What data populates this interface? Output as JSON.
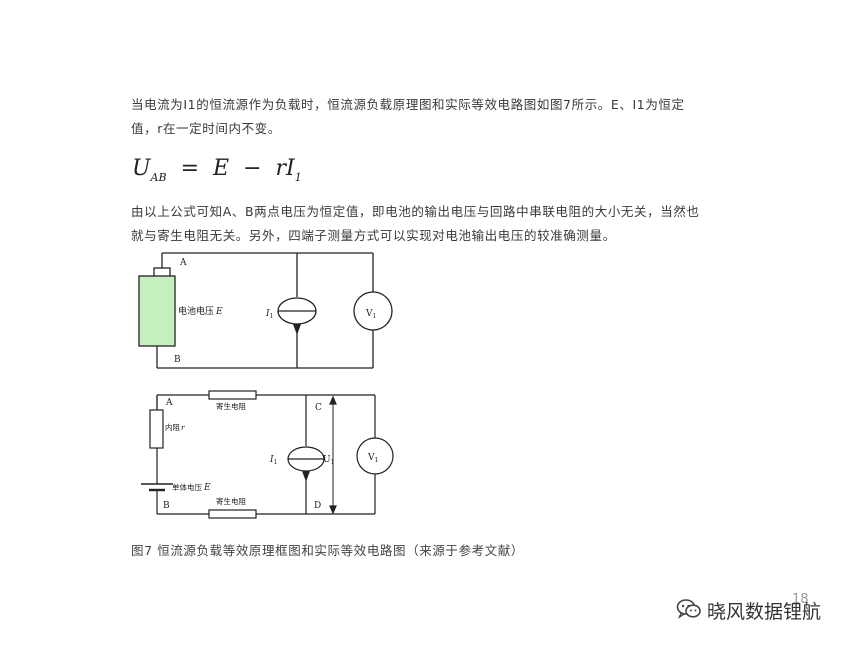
{
  "paragraphs": {
    "p1_line1": "当电流为I1的恒流源作为负载时，恒流源负载原理图和实际等效电路图如图7所示。E、I1为恒定",
    "p1_line2": "值，r在一定时间内不变。",
    "p2_line1": "由以上公式可知A、B两点电压为恒定值，即电池的输出电压与回路中串联电阻的大小无关，当然也",
    "p2_line2": "就与寄生电阻无关。另外，四端子测量方式可以实现对电池输出电压的较准确测量。"
  },
  "formula": {
    "U": "U",
    "U_sub": "AB",
    "eq": "=",
    "E": "E",
    "minus": "−",
    "rI": "rI",
    "I_sub": "1"
  },
  "diagram_top": {
    "label_A": "A",
    "label_B": "B",
    "battery_label": "电池电压",
    "battery_symbol": "E",
    "source_label": "I",
    "source_sub": "1",
    "meter_label": "V",
    "meter_sub": "1"
  },
  "diagram_bottom": {
    "label_A": "A",
    "label_B": "B",
    "label_C": "C",
    "label_D": "D",
    "resistor_top_label": "寄生电阻",
    "resistor_bottom_label": "寄生电阻",
    "internal_resistor_label": "内阻",
    "internal_resistor_symbol": "r",
    "cell_label": "单体电压",
    "cell_symbol": "E",
    "source_label": "I",
    "source_sub": "1",
    "voltage_label": "U",
    "voltage_sub": "1",
    "meter_label": "V",
    "meter_sub": "1"
  },
  "caption": "图7 恒流源负载等效原理框图和实际等效电路图（来源于参考文献）",
  "watermark": {
    "text": "晓风数据锂航",
    "icon": "wechat-logo-icon",
    "page_number": "18"
  },
  "colors": {
    "battery_fill": "#c6efc0",
    "line": "#222222"
  }
}
